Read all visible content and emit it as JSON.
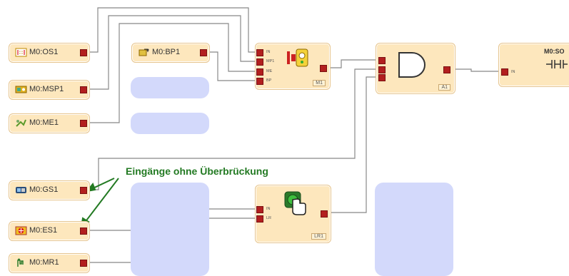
{
  "inputs": [
    {
      "id": "os1",
      "label": "M0:OS1",
      "icon": "safety-light-curtain-icon"
    },
    {
      "id": "msp1",
      "label": "M0:MSP1",
      "icon": "muting-sensor-icon"
    },
    {
      "id": "me1",
      "label": "M0:ME1",
      "icon": "muting-enable-icon"
    },
    {
      "id": "bp1",
      "label": "M0:BP1",
      "icon": "bypass-key-icon"
    },
    {
      "id": "gs1",
      "label": "M0:GS1",
      "icon": "door-switch-icon"
    },
    {
      "id": "es1",
      "label": "M0:ES1",
      "icon": "emergency-stop-icon"
    },
    {
      "id": "mr1",
      "label": "M0:MR1",
      "icon": "manual-reset-icon"
    }
  ],
  "muting_block": {
    "ports": [
      "IN",
      "MP1",
      "ME",
      "BP"
    ],
    "tag": "M1"
  },
  "and_block": {
    "tag": "A1"
  },
  "reset_block": {
    "ports": [
      "IN",
      "LR"
    ],
    "tag": "LR1"
  },
  "output_block": {
    "title": "M0:SO",
    "port": "IN"
  },
  "annotation": "Eingänge ohne Überbrückung",
  "colors": {
    "node": "#fde7bd",
    "port": "#b21f1f",
    "wire": "#7a7a7a",
    "annotation": "#237a23",
    "blank": "#d3d9fb"
  }
}
